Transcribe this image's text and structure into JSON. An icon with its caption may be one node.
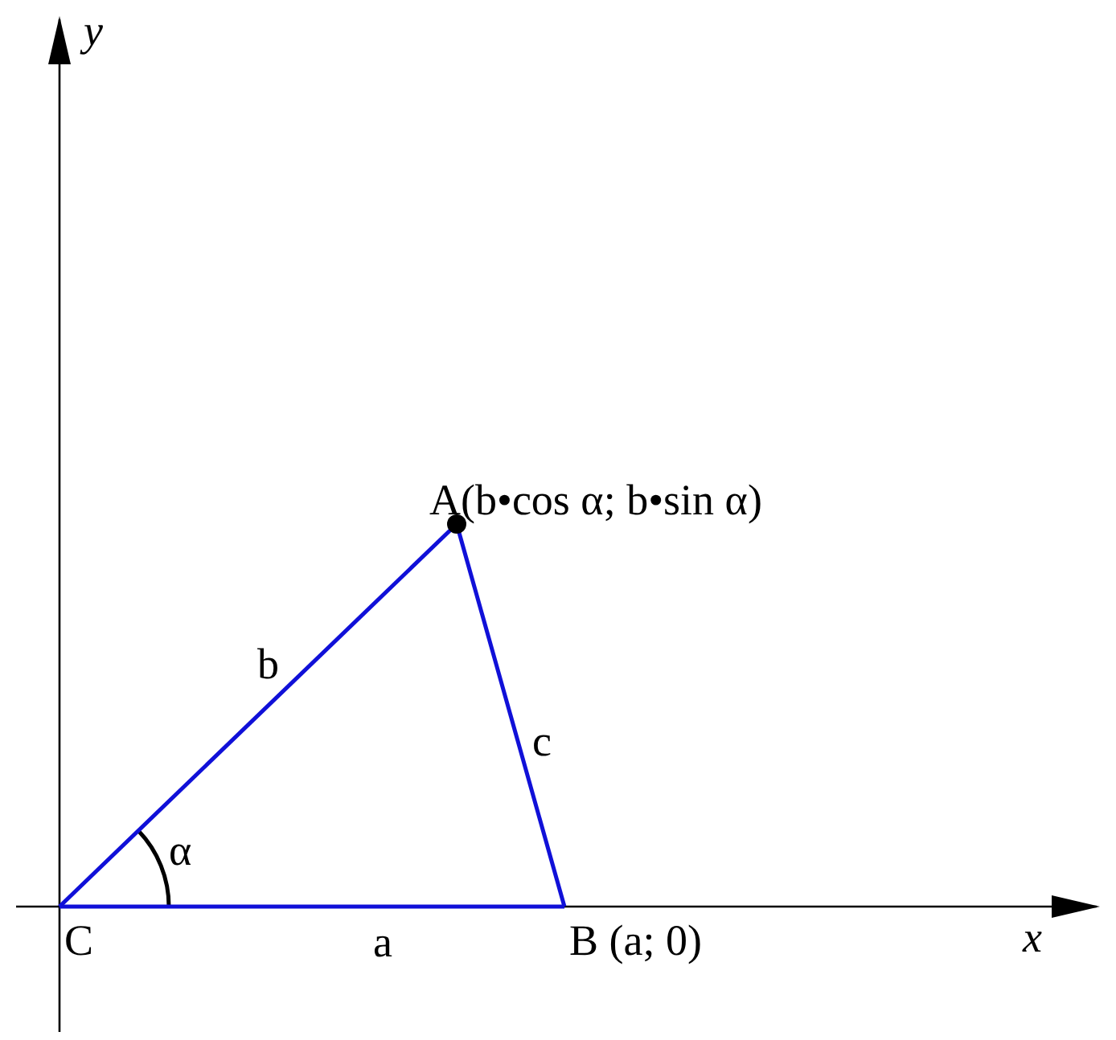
{
  "diagram": {
    "nodes": [
      {
        "text": [
          "A(b•cos α; b•sin α)"
        ]
      },
      {
        "text": [
          "B (a; 0)"
        ]
      },
      {
        "text": [
          "C"
        ]
      }
    ],
    "edges": [
      {
        "from": 2,
        "to": 0,
        "arrow": "none",
        "label": "b"
      },
      {
        "from": 0,
        "to": 1,
        "arrow": "none",
        "label": "c"
      },
      {
        "from": 2,
        "to": 1,
        "arrow": "none",
        "label": "a"
      }
    ],
    "labels": [
      "y",
      "x",
      "α"
    ]
  }
}
